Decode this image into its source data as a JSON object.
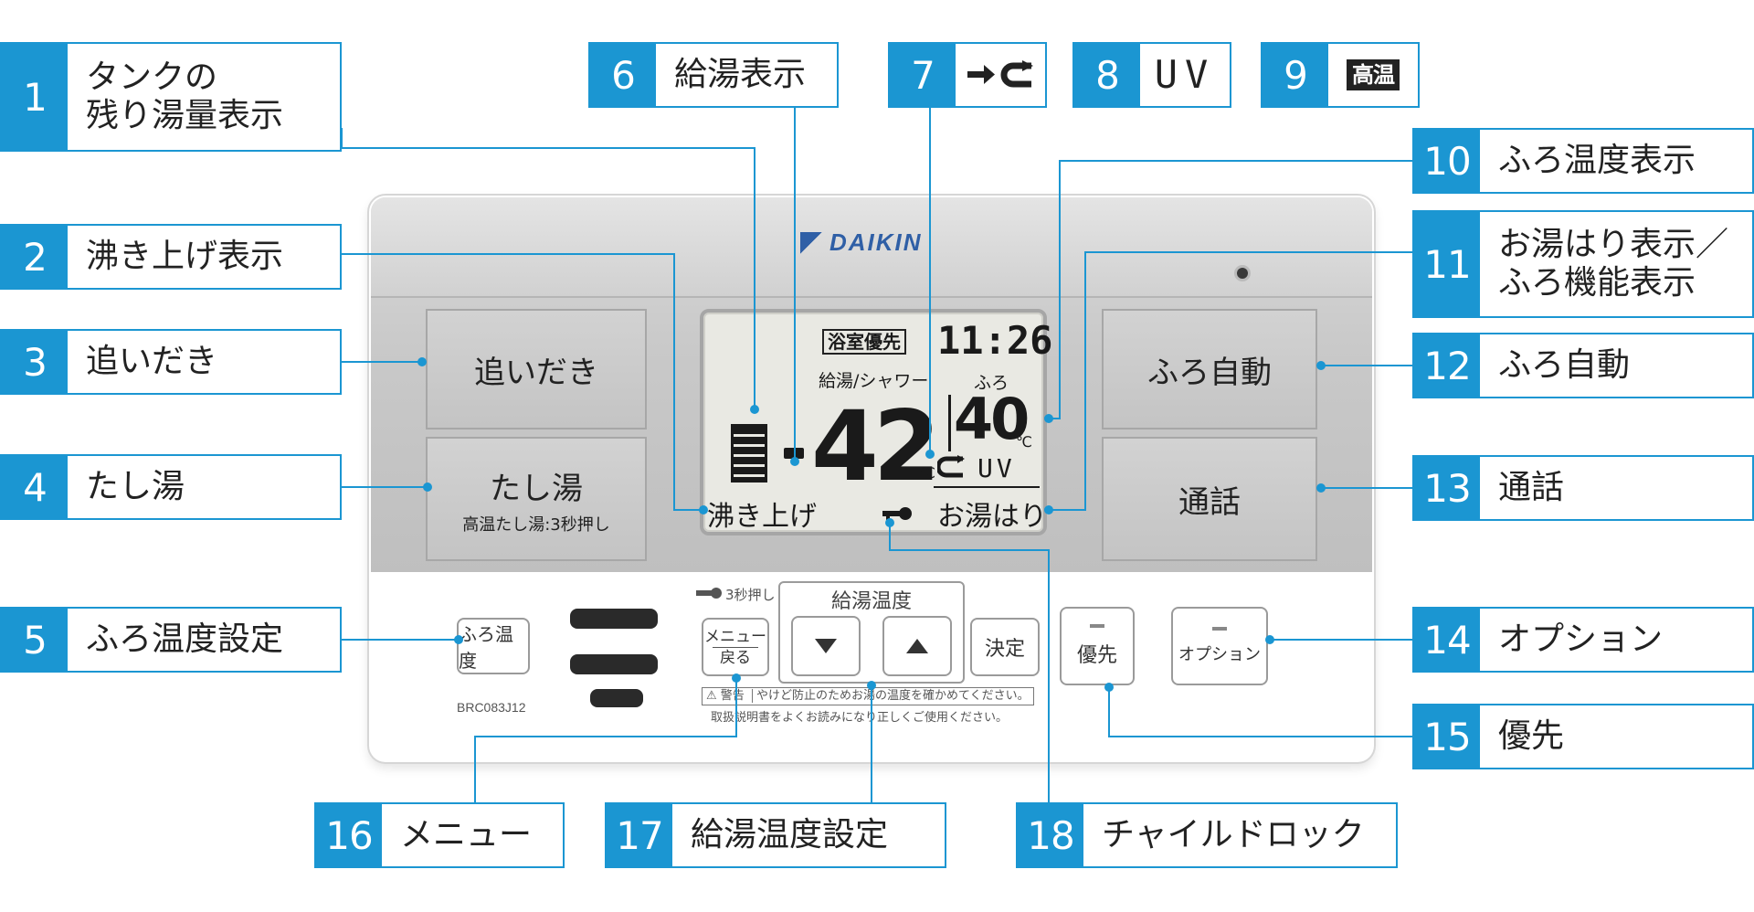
{
  "callouts": [
    {
      "num": "1",
      "text": "タンクの\n残り湯量表示"
    },
    {
      "num": "2",
      "text": "沸き上げ表示"
    },
    {
      "num": "3",
      "text": "追いだき"
    },
    {
      "num": "4",
      "text": "たし湯"
    },
    {
      "num": "5",
      "text": "ふろ温度設定"
    },
    {
      "num": "6",
      "text": "給湯表示"
    },
    {
      "num": "7",
      "text": "",
      "icon": "arrow-reheat-icon"
    },
    {
      "num": "8",
      "text": "UV"
    },
    {
      "num": "9",
      "text": "高温"
    },
    {
      "num": "10",
      "text": "ふろ温度表示"
    },
    {
      "num": "11",
      "text": "お湯はり表示／\nふろ機能表示"
    },
    {
      "num": "12",
      "text": "ふろ自動"
    },
    {
      "num": "13",
      "text": "通話"
    },
    {
      "num": "14",
      "text": "オプション"
    },
    {
      "num": "15",
      "text": "優先"
    },
    {
      "num": "16",
      "text": "メニュー"
    },
    {
      "num": "17",
      "text": "給湯温度設定"
    },
    {
      "num": "18",
      "text": "チャイルドロック"
    }
  ],
  "remote": {
    "brand": "DAIKIN",
    "model": "BRC083J12",
    "buttons": {
      "oidaki": "追いだき",
      "tashiyu": "たし湯",
      "tashiyu_sub": "高温たし湯:3秒押し",
      "furo_jido": "ふろ自動",
      "tsuwa": "通話",
      "furo_ondo": "ふろ温度",
      "menu_top": "メニュー",
      "menu_bottom": "戻る",
      "kettei": "決定",
      "yusen": "優先",
      "option": "オプション",
      "lock_hint": "3秒押し",
      "kyutou_group": "給湯温度"
    },
    "lcd": {
      "yokushitsu": "浴室優先",
      "time": "11:26",
      "kyutou_label": "給湯/シャワー",
      "furo_label": "ふろ",
      "kyutou_temp": "42",
      "furo_temp": "40",
      "unit": "℃",
      "uv": "UV",
      "wakiage": "沸き上げ",
      "oyuhari": "お湯はり"
    },
    "warning": "やけど防止のためお湯の温度を確かめてください。",
    "warning_tag": "警告",
    "manual_note": "取扱説明書をよくお読みになり正しくご使用ください。"
  },
  "colors": {
    "accent": "#1b96d2",
    "panel": "#c8c8c8",
    "lcd": "#e9e9e3"
  }
}
